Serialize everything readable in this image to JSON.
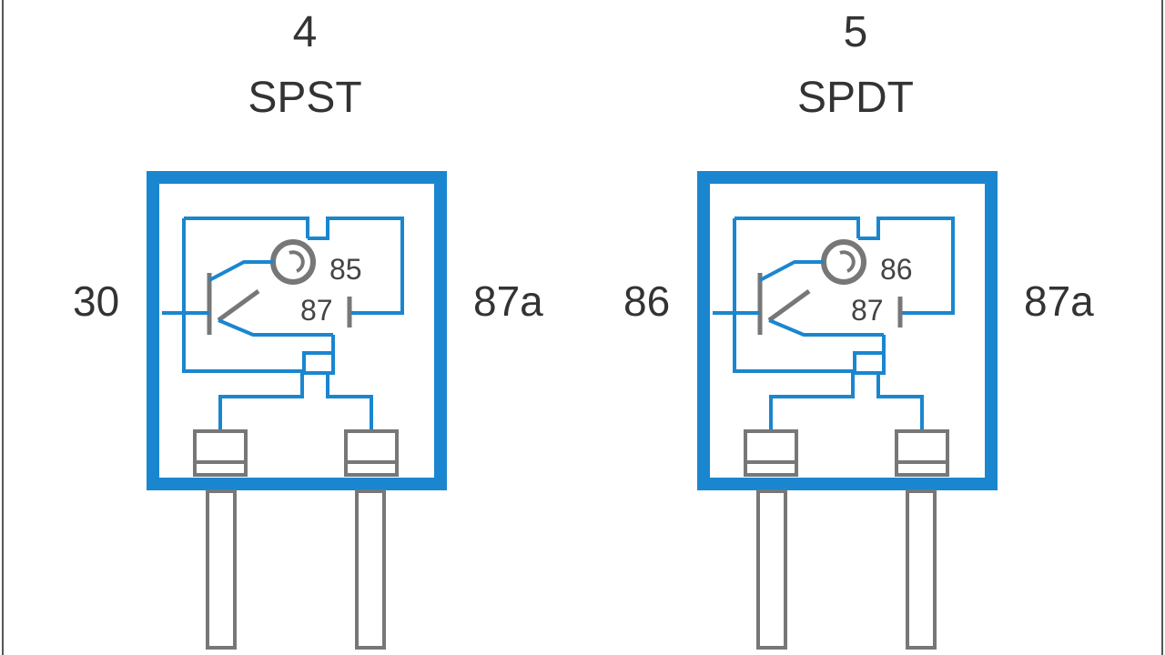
{
  "diagram": {
    "relays": [
      {
        "number": "4",
        "type": "SPST",
        "left_terminal": "30",
        "right_terminal": "87a",
        "coil_label": "85",
        "contact_label": "87"
      },
      {
        "number": "5",
        "type": "SPDT",
        "left_terminal": "86",
        "right_terminal": "87a",
        "coil_label": "86",
        "contact_label": "87"
      }
    ],
    "colors": {
      "housing": "#1a86d0",
      "wire": "#1a86d0",
      "pin": "#777777",
      "symbol": "#777777",
      "text": "#333333"
    }
  }
}
